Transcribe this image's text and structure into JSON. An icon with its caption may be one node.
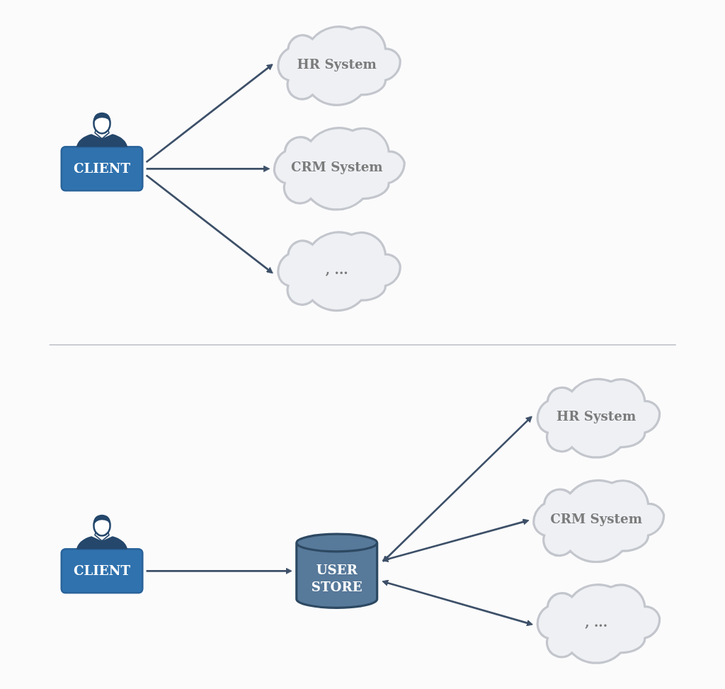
{
  "diagram": {
    "nodes": [
      {
        "text": [
          "CLIENT"
        ]
      },
      {
        "text": [
          "HR System"
        ]
      },
      {
        "text": [
          "CRM System"
        ]
      },
      {
        "text": [
          ", ..."
        ]
      },
      {
        "text": [
          "CLIENT"
        ]
      },
      {
        "text": [
          "USER STORE"
        ]
      },
      {
        "text": [
          "HR System"
        ]
      },
      {
        "text": [
          "CRM System"
        ]
      },
      {
        "text": [
          ", ..."
        ]
      }
    ],
    "edges": [
      {
        "from": 0,
        "to": 1,
        "arrow": "to"
      },
      {
        "from": 0,
        "to": 2,
        "arrow": "to"
      },
      {
        "from": 0,
        "to": 3,
        "arrow": "to"
      },
      {
        "from": 4,
        "to": 5,
        "arrow": "to"
      },
      {
        "from": 5,
        "to": 6,
        "arrow": "both"
      },
      {
        "from": 5,
        "to": 7,
        "arrow": "both"
      },
      {
        "from": 5,
        "to": 8,
        "arrow": "both"
      }
    ]
  }
}
